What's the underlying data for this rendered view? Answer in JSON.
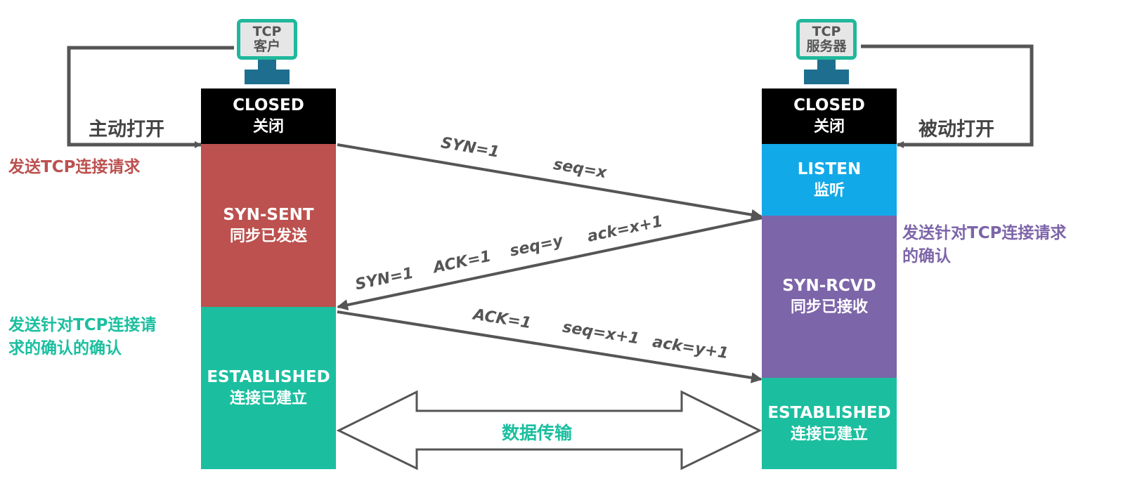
{
  "client": {
    "title_line1": "TCP",
    "title_line2": "客户",
    "open_label": "主动打开",
    "states": [
      {
        "en": "CLOSED",
        "zh": "关闭",
        "color": "#000000"
      },
      {
        "en": "SYN-SENT",
        "zh": "同步已发送",
        "color": "#bc514f"
      },
      {
        "en": "ESTABLISHED",
        "zh": "连接已建立",
        "color": "#1bbf9f"
      }
    ],
    "notes": {
      "send_request": "发送TCP连接请求",
      "send_ack_line1": "发送针对TCP连接请",
      "send_ack_line2": "求的确认的确认"
    }
  },
  "server": {
    "title_line1": "TCP",
    "title_line2": "服务器",
    "open_label": "被动打开",
    "states": [
      {
        "en": "CLOSED",
        "zh": "关闭",
        "color": "#000000"
      },
      {
        "en": "LISTEN",
        "zh": "监听",
        "color": "#12a9e8"
      },
      {
        "en": "SYN-RCVD",
        "zh": "同步已接收",
        "color": "#7d65a9"
      },
      {
        "en": "ESTABLISHED",
        "zh": "连接已建立",
        "color": "#1bbf9f"
      }
    ],
    "notes": {
      "send_ack_line1": "发送针对TCP连接请求",
      "send_ack_line2": "的确认"
    }
  },
  "messages": {
    "m1": {
      "syn": "SYN=1",
      "seq": "seq=x"
    },
    "m2": {
      "syn": "SYN=1",
      "ack_flag": "ACK=1",
      "seq": "seq=y",
      "ack": "ack=x+1"
    },
    "m3": {
      "ack_flag": "ACK=1",
      "seq": "seq=x+1",
      "ack": "ack=y+1"
    }
  },
  "data_transfer": "数据传输",
  "colors": {
    "client_note": "#bc514f",
    "server_note": "#7d65a9",
    "client_ack_note": "#1bbf9f",
    "arrow": "#555555",
    "monitor_border": "#1fb89b"
  }
}
